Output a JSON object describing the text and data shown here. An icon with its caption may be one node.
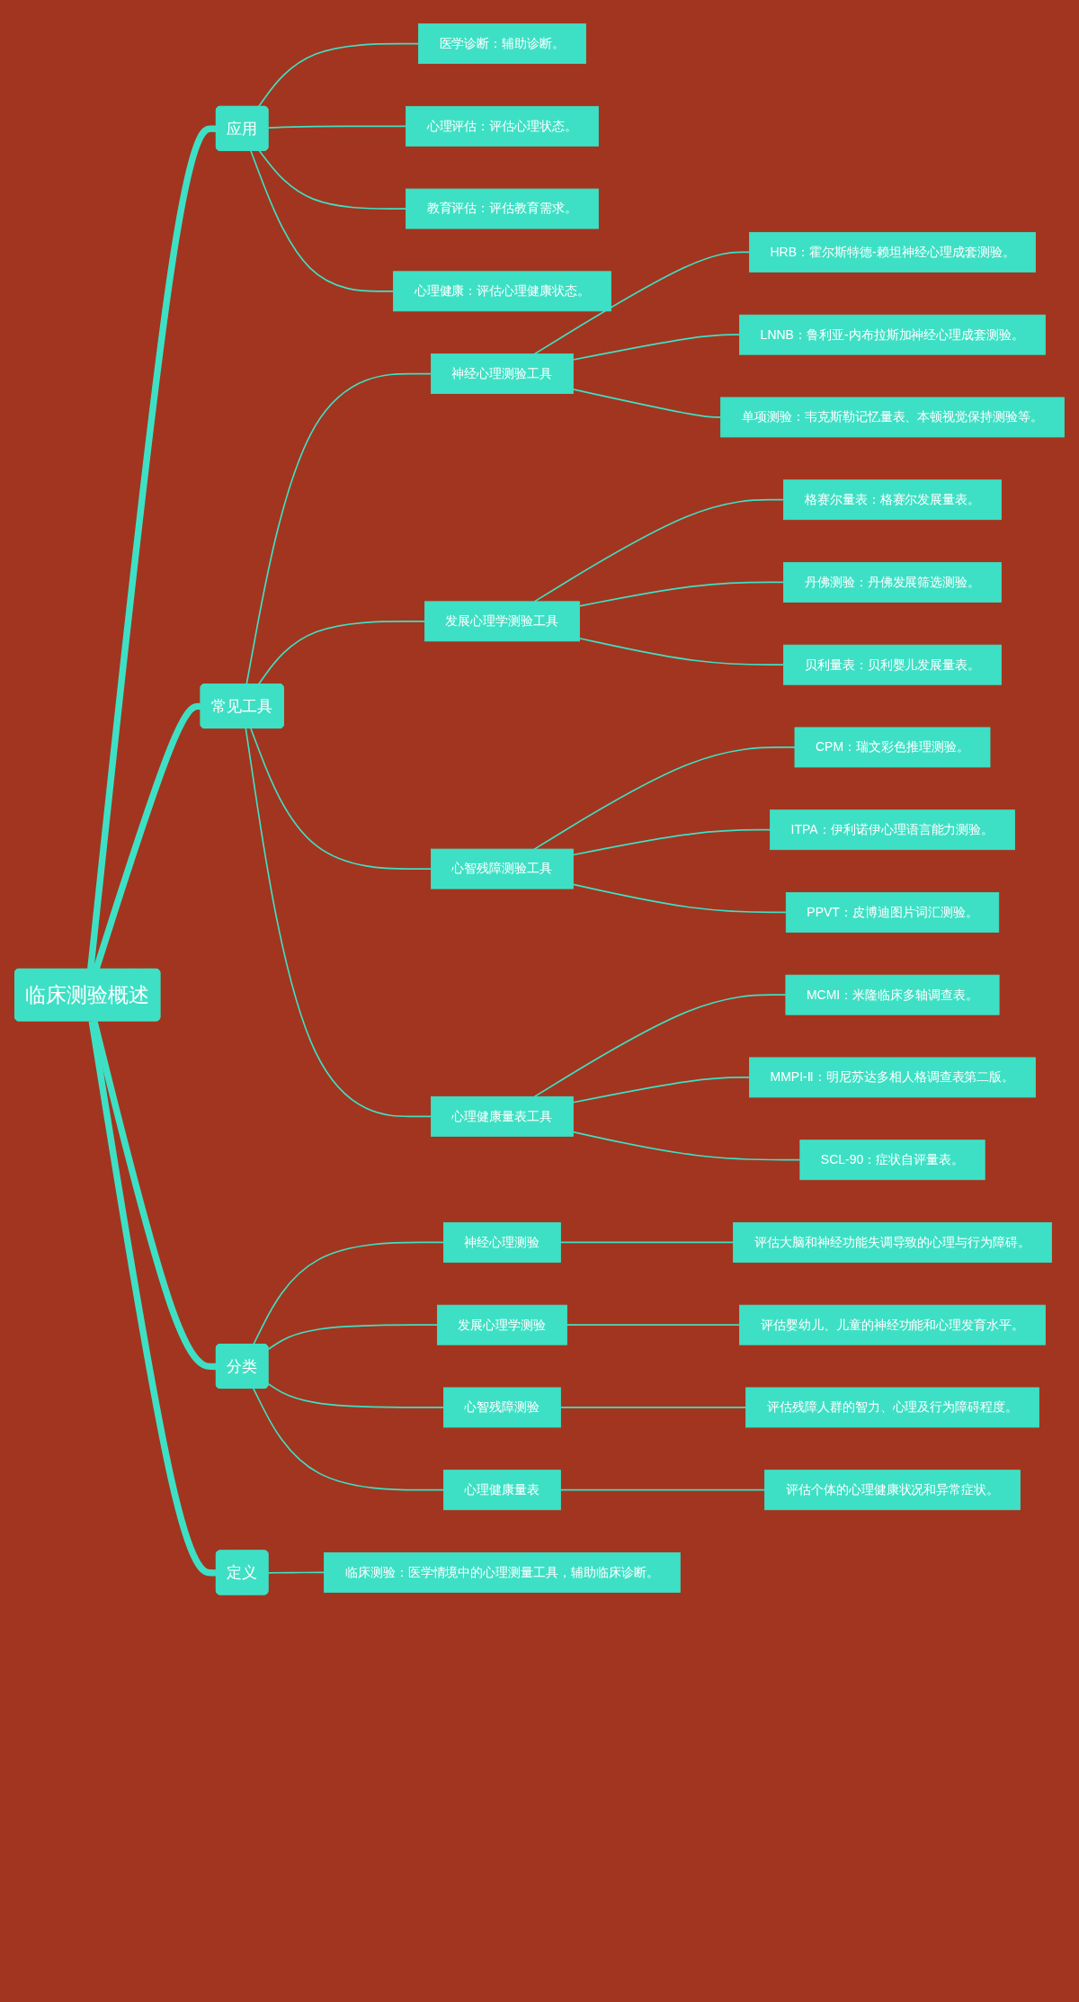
{
  "diagram": {
    "nodes": [
      {
        "text": [
          "应用"
        ]
      },
      {
        "text": [
          "医学诊断：辅助诊断。"
        ]
      },
      {
        "text": [
          "心理评估：评估心理状态。"
        ]
      },
      {
        "text": [
          "教育评估：评估教育需求。"
        ]
      },
      {
        "text": [
          "心理健康：评估心理健康状态。"
        ]
      },
      {
        "text": [
          "常见工具"
        ]
      },
      {
        "text": [
          "神经心理测验工具"
        ]
      },
      {
        "text": [
          "HRB：霍尔斯特德-赖坦神经心理成套测验。"
        ]
      },
      {
        "text": [
          "LNNB：鲁利亚-内布拉斯加神经心理成套测验。"
        ]
      },
      {
        "text": [
          "单项测验：韦克斯勒记忆量表、本顿视觉保持测验等。"
        ]
      },
      {
        "text": [
          "发展心理学测验工具"
        ]
      },
      {
        "text": [
          "格赛尔量表：格赛尔发展量表。"
        ]
      },
      {
        "text": [
          "丹佛测验：丹佛发展筛选测验。"
        ]
      },
      {
        "text": [
          "贝利量表：贝利婴儿发展量表。"
        ]
      },
      {
        "text": [
          "心智残障测验工具"
        ]
      },
      {
        "text": [
          "CPM：瑞文彩色推理测验。"
        ]
      },
      {
        "text": [
          "ITPA：伊利诺伊心理语言能力测验。"
        ]
      },
      {
        "text": [
          "PPVT：皮博迪图片词汇测验。"
        ]
      },
      {
        "text": [
          "心理健康量表工具"
        ]
      },
      {
        "text": [
          "MCMI：米隆临床多轴调查表。"
        ]
      },
      {
        "text": [
          "MMPI-Ⅱ：明尼苏达多相人格调查表第二版。"
        ]
      },
      {
        "text": [
          "SCL-90：症状自评量表。"
        ]
      },
      {
        "text": [
          "分类"
        ]
      },
      {
        "text": [
          "神经心理测验"
        ]
      },
      {
        "text": [
          "评估大脑和神经功能失调导致的心理与行为障碍。"
        ]
      },
      {
        "text": [
          "发展心理学测验"
        ]
      },
      {
        "text": [
          "评估婴幼儿、儿童的神经功能和心理发育水平。"
        ]
      },
      {
        "text": [
          "心智残障测验"
        ]
      },
      {
        "text": [
          "评估残障人群的智力、心理及行为障碍程度。"
        ]
      },
      {
        "text": [
          "心理健康量表"
        ]
      },
      {
        "text": [
          "评估个体的心理健康状况和异常症状。"
        ]
      },
      {
        "text": [
          "定义"
        ]
      },
      {
        "text": [
          "临床测验：医学情境中的心理测量工具，辅助临床诊断。"
        ]
      },
      {
        "text": [
          "临床测验概述"
        ]
      }
    ],
    "edges": [
      {
        "from": 33,
        "to": 0,
        "arrow": "none",
        "style": "thick"
      },
      {
        "from": 33,
        "to": 5,
        "arrow": "none",
        "style": "thick"
      },
      {
        "from": 33,
        "to": 22,
        "arrow": "none",
        "style": "thick"
      },
      {
        "from": 33,
        "to": 31,
        "arrow": "none",
        "style": "thick"
      },
      {
        "from": 0,
        "to": 1,
        "arrow": "none"
      },
      {
        "from": 0,
        "to": 2,
        "arrow": "none"
      },
      {
        "from": 0,
        "to": 3,
        "arrow": "none"
      },
      {
        "from": 0,
        "to": 4,
        "arrow": "none"
      },
      {
        "from": 5,
        "to": 6,
        "arrow": "none"
      },
      {
        "from": 6,
        "to": 7,
        "arrow": "none"
      },
      {
        "from": 6,
        "to": 8,
        "arrow": "none"
      },
      {
        "from": 6,
        "to": 9,
        "arrow": "none"
      },
      {
        "from": 5,
        "to": 10,
        "arrow": "none"
      },
      {
        "from": 10,
        "to": 11,
        "arrow": "none"
      },
      {
        "from": 10,
        "to": 12,
        "arrow": "none"
      },
      {
        "from": 10,
        "to": 13,
        "arrow": "none"
      },
      {
        "from": 5,
        "to": 14,
        "arrow": "none"
      },
      {
        "from": 14,
        "to": 15,
        "arrow": "none"
      },
      {
        "from": 14,
        "to": 16,
        "arrow": "none"
      },
      {
        "from": 14,
        "to": 17,
        "arrow": "none"
      },
      {
        "from": 5,
        "to": 18,
        "arrow": "none"
      },
      {
        "from": 18,
        "to": 19,
        "arrow": "none"
      },
      {
        "from": 18,
        "to": 20,
        "arrow": "none"
      },
      {
        "from": 18,
        "to": 21,
        "arrow": "none"
      },
      {
        "from": 22,
        "to": 23,
        "arrow": "none"
      },
      {
        "from": 23,
        "to": 24,
        "arrow": "none"
      },
      {
        "from": 22,
        "to": 25,
        "arrow": "none"
      },
      {
        "from": 25,
        "to": 26,
        "arrow": "none"
      },
      {
        "from": 22,
        "to": 27,
        "arrow": "none"
      },
      {
        "from": 27,
        "to": 28,
        "arrow": "none"
      },
      {
        "from": 22,
        "to": 29,
        "arrow": "none"
      },
      {
        "from": 29,
        "to": 30,
        "arrow": "none"
      },
      {
        "from": 31,
        "to": 32,
        "arrow": "none"
      }
    ]
  }
}
